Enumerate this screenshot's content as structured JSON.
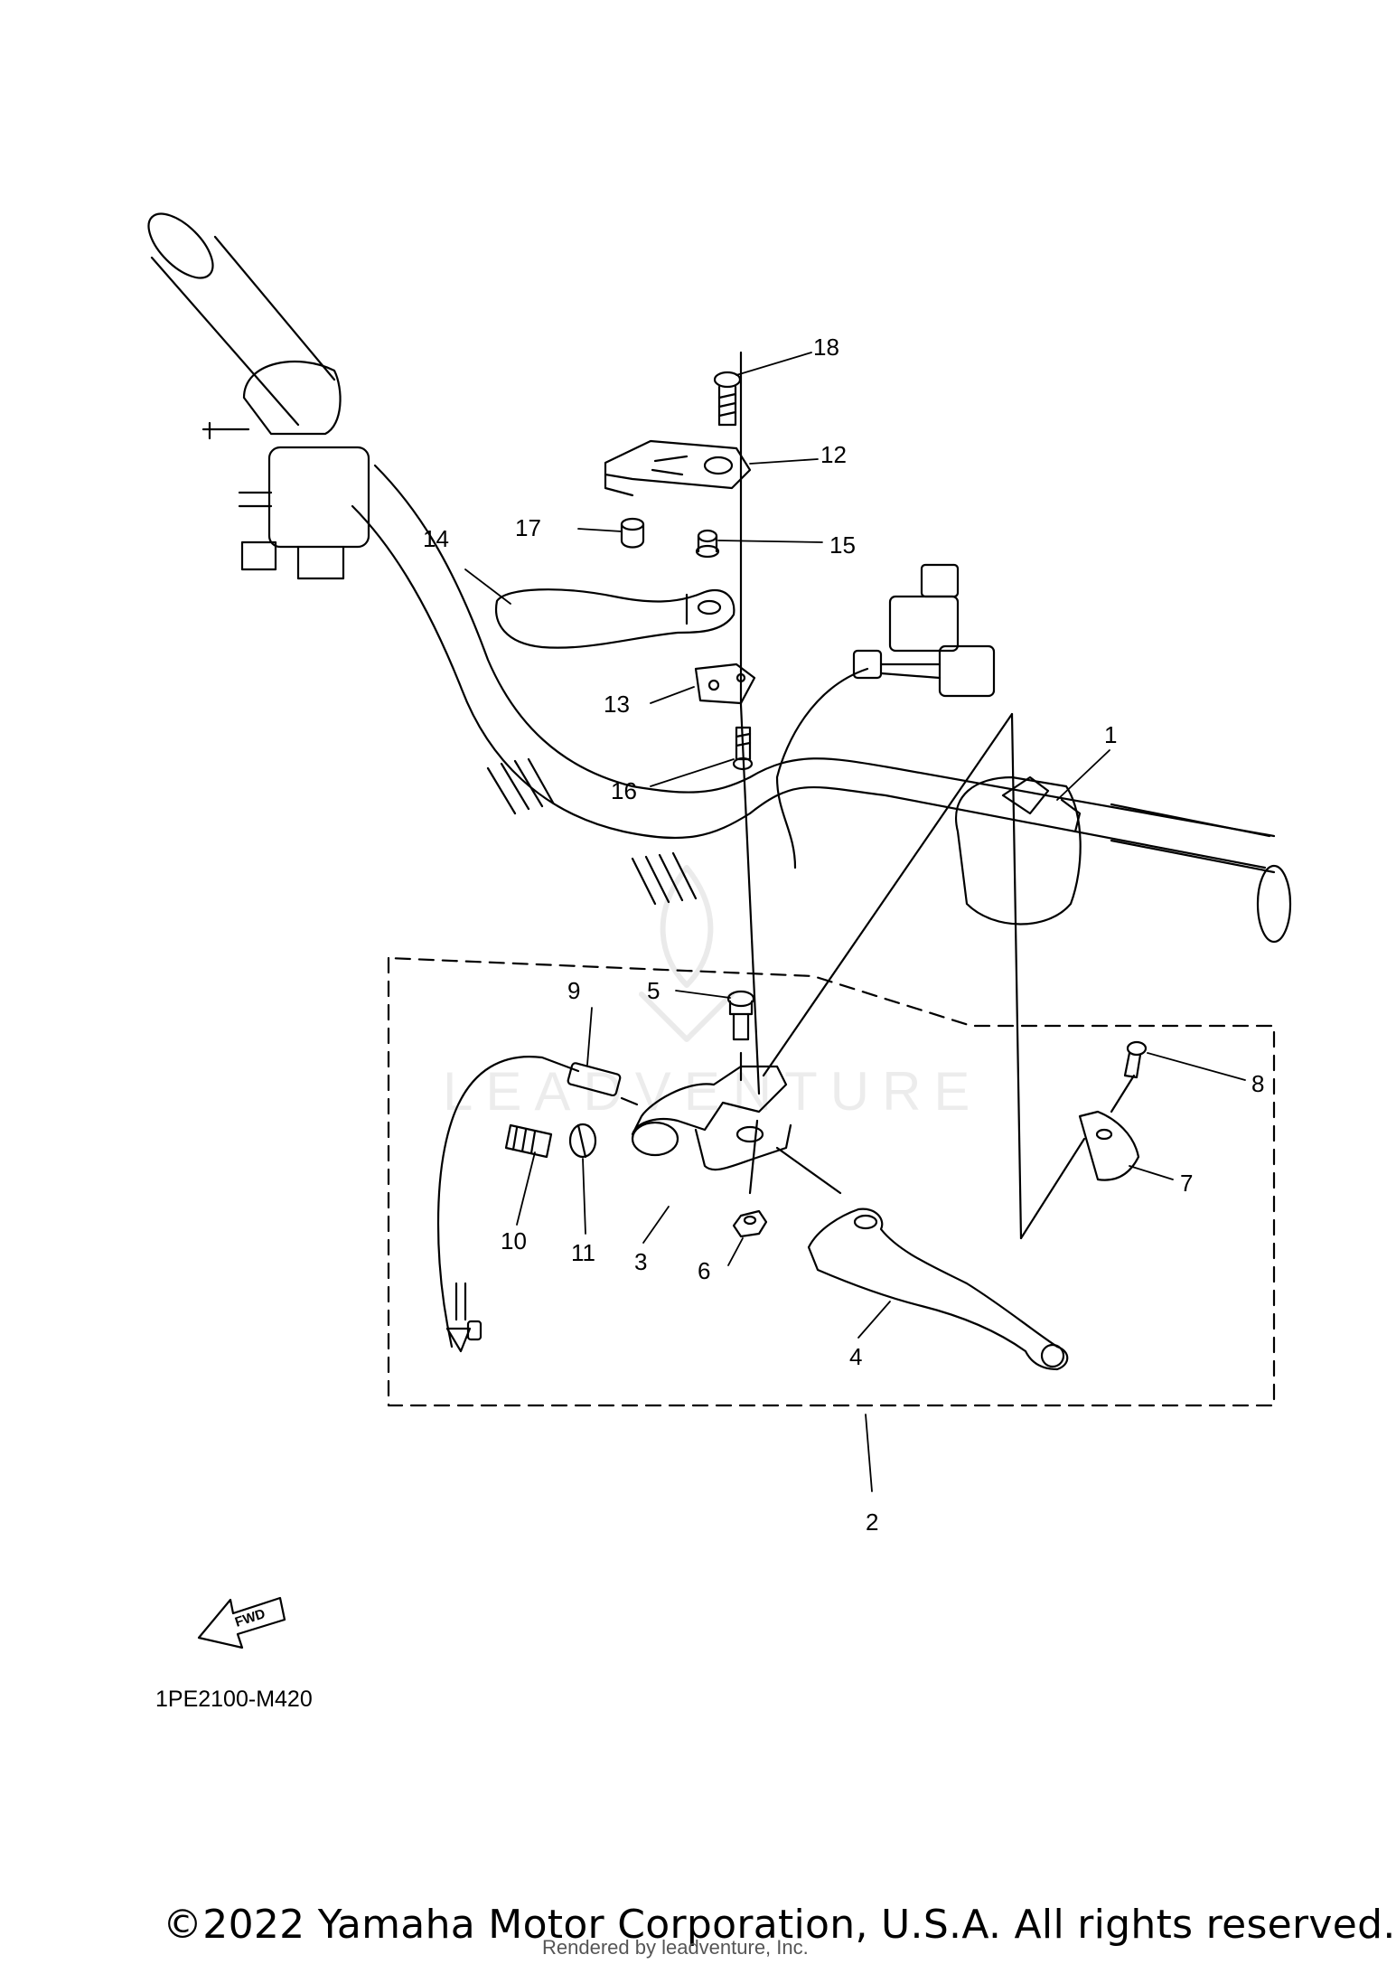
{
  "diagram": {
    "callouts": [
      "1",
      "2",
      "3",
      "4",
      "5",
      "6",
      "7",
      "8",
      "9",
      "10",
      "11",
      "12",
      "13",
      "14",
      "15",
      "16",
      "17",
      "18"
    ],
    "watermark": "LEADVENTURE",
    "fwd_label": "FWD",
    "drawing_code": "1PE2100-M420"
  },
  "footer": {
    "copyright": "©2022 Yamaha Motor Corporation, U.S.A. All rights reserved.",
    "rendered_by": "Rendered by leadventure, Inc."
  },
  "colors": {
    "line": "#000000",
    "background": "#ffffff"
  }
}
